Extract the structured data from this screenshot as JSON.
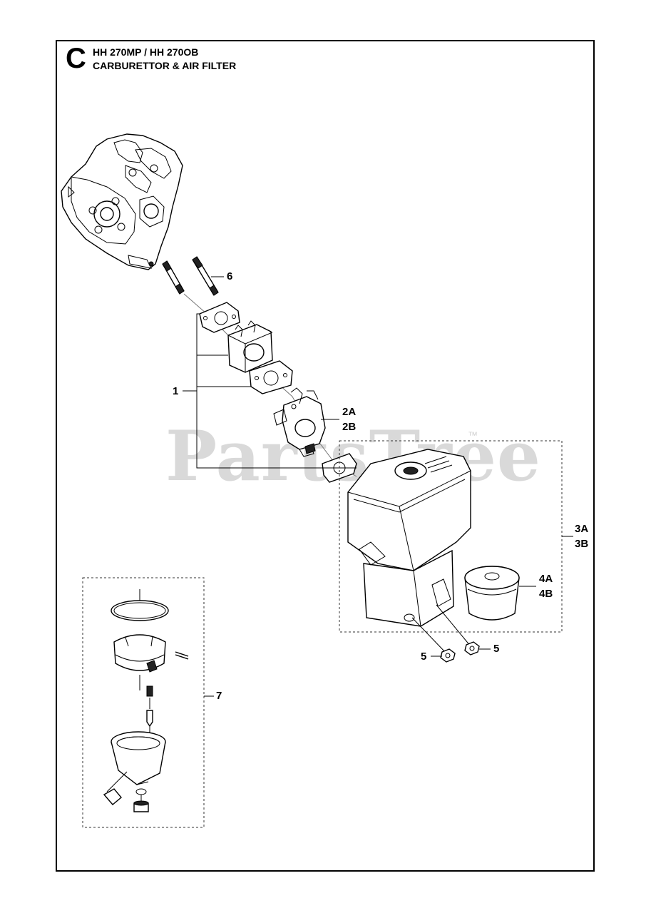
{
  "header": {
    "section_letter": "C",
    "model_line": "HH 270MP / HH 270OB",
    "title_line": "CARBURETTOR & AIR FILTER"
  },
  "watermark": {
    "text": "PartsTree",
    "trademark": "™"
  },
  "callouts": {
    "gasket_kit": "1",
    "carburettor_a": "2A",
    "carburettor_b": "2B",
    "air_cleaner_a": "3A",
    "air_cleaner_b": "3B",
    "filter_a": "4A",
    "filter_b": "4B",
    "nut_left": "5",
    "nut_right": "5",
    "stud_bolt": "6",
    "float_bowl_kit": "7"
  },
  "colors": {
    "line": "#000000",
    "watermark": "#d9d9d9"
  }
}
